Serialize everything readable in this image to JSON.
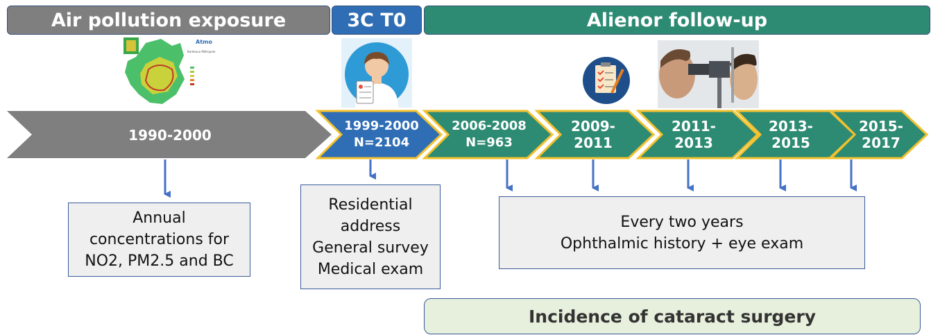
{
  "headers": {
    "exposure": "Air pollution exposure",
    "baseline": "3C T0",
    "followup": "Alienor follow-up"
  },
  "timeline": [
    {
      "label": "1990-2000",
      "color": "#7f7f7f"
    },
    {
      "label": "1999-2000\nN=2104",
      "color": "#2f6db5"
    },
    {
      "label": "2006-2008\nN=963",
      "color": "#2e8b73"
    },
    {
      "label": "2009-\n2011",
      "color": "#2e8b73"
    },
    {
      "label": "2011-\n2013",
      "color": "#2e8b73"
    },
    {
      "label": "2013-\n2015",
      "color": "#2e8b73"
    },
    {
      "label": "2015-\n2017",
      "color": "#2e8b73"
    }
  ],
  "boxes": {
    "annual": [
      "Annual",
      "concentrations for",
      "NO2, PM2.5 and BC"
    ],
    "residential": [
      "Residential",
      "address",
      "General survey",
      "Medical exam"
    ],
    "every": [
      "Every two years",
      "Ophthalmic history + eye exam"
    ],
    "incidence": "Incidence of cataract surgery"
  },
  "map_text": {
    "brand": "Atmo",
    "region": "Bordeaux Métropole"
  },
  "colors": {
    "gray": "#7f7f7f",
    "blue": "#2f6db5",
    "teal": "#2e8b73",
    "gold": "#f2c12e",
    "arrow": "#4472c4"
  },
  "icons": [
    "pollution-map-icon",
    "doctor-icon",
    "checklist-icon",
    "eye-exam-photo"
  ]
}
